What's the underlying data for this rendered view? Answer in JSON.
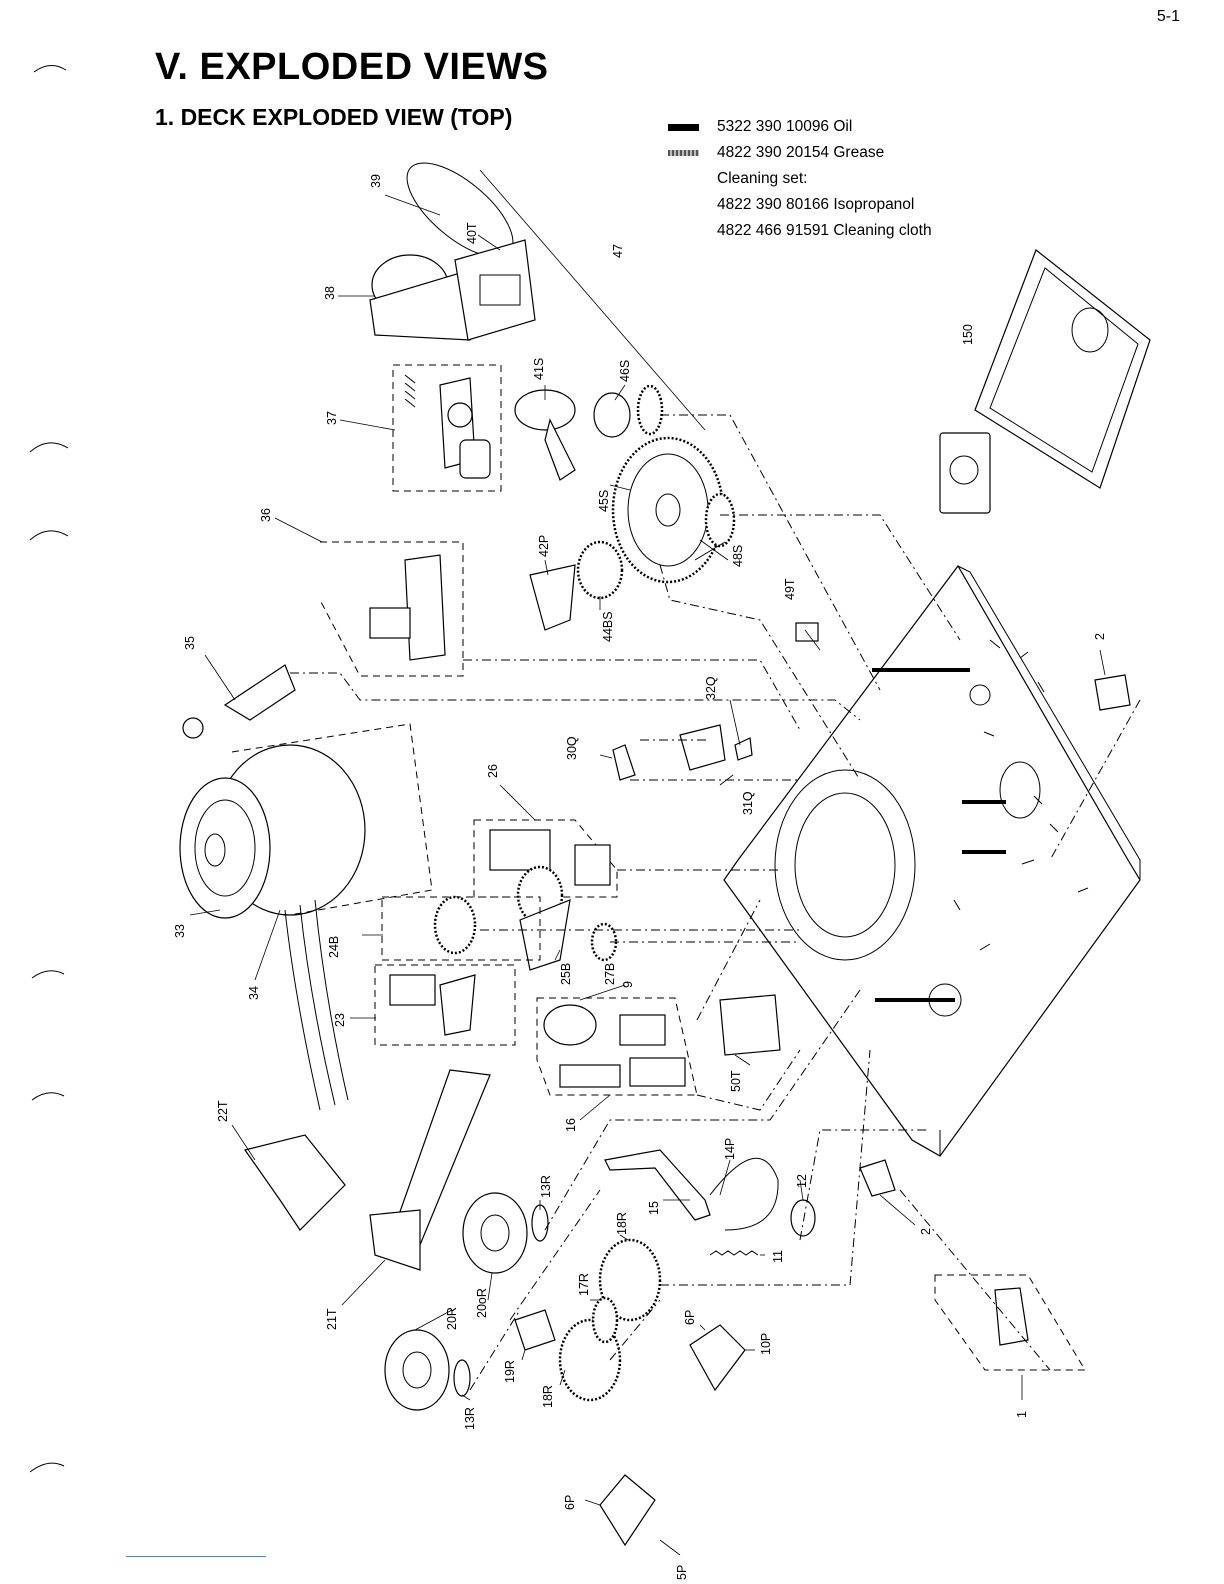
{
  "header": {
    "page_number": "5-1",
    "title": "V. EXPLODED VIEWS",
    "section": "1. DECK EXPLODED VIEW (TOP)"
  },
  "legend": {
    "oil": "5322 390 10096 Oil",
    "grease": "4822 390 20154 Grease",
    "cleaning_heading": "Cleaning set:",
    "isopropanol": "4822 390 80166 Isopropanol",
    "cloth": "4822 466 91591 Cleaning cloth"
  },
  "callouts": {
    "c39": "39",
    "c40T": "40T",
    "c47": "47",
    "c38": "38",
    "c37": "37",
    "c41S": "41S",
    "c46S": "46S",
    "c150": "150",
    "c36": "36",
    "c45S": "45S",
    "c42P": "42P",
    "c48S": "48S",
    "c44BS": "44BS",
    "c49T": "49T",
    "c2a": "2",
    "c35": "35",
    "c32Q": "32Q",
    "c30Q": "30Q",
    "c31Q": "31Q",
    "c26": "26",
    "c33": "33",
    "c34": "34",
    "c24B": "24B",
    "c25B": "25B",
    "c27B": "27B",
    "c9": "9",
    "c23": "23",
    "c50T": "50T",
    "c16": "16",
    "c22T": "22T",
    "c14P": "14P",
    "c13Ra": "13R",
    "c15": "15",
    "c12": "12",
    "c2b": "2",
    "c18Ra": "18R",
    "c11": "11",
    "c21T": "21T",
    "c20oR": "20oR",
    "c20R": "20R",
    "c17R": "17R",
    "c6Pa": "6P",
    "c10P": "10P",
    "c19R": "19R",
    "c18Rb": "18R",
    "c13Rb": "13R",
    "c1": "1",
    "c6Pb": "6P",
    "c5P": "5P"
  }
}
